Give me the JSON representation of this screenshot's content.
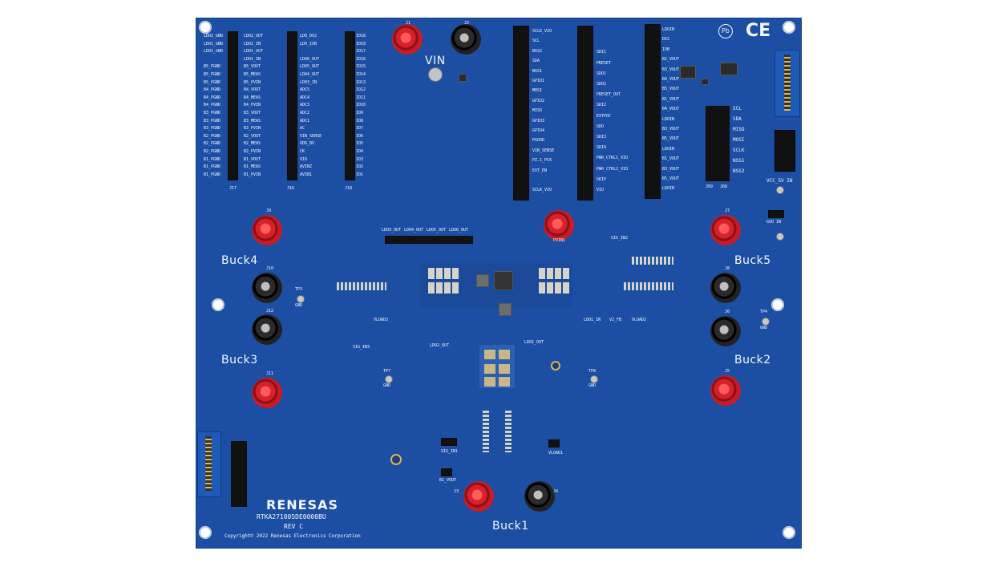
{
  "board": {
    "logo": "RENESAS",
    "part_number": "RTKA271005DE0000BU",
    "revision": "REV C",
    "copyright": "Copyright© 2022 Renesas Electronics Corporation",
    "ce_mark": "CE",
    "pb_mark": "Pb",
    "vin_label": "VIN",
    "vcc_label": "VCC_5V IN",
    "gvo_label": "GVO IN",
    "colors": {
      "board": "#1c4fa3",
      "silk": "#f2f6ff",
      "red_post": "#d6202a",
      "black_post": "#1a1a1a"
    }
  },
  "buck_labels": {
    "buck1": "Buck1",
    "buck2": "Buck2",
    "buck3": "Buck3",
    "buck4": "Buck4",
    "buck5": "Buck5"
  },
  "jacks": {
    "j1": "J1",
    "j2": "J2",
    "j3": "J3",
    "j4": "J4",
    "j5": "J5",
    "j6": "J6",
    "j7": "J7",
    "j8": "J8",
    "j9": "J9",
    "j10": "J10",
    "j11": "J11",
    "j12": "J12"
  },
  "test_points": {
    "tp3": "TP3",
    "tp4": "TP4",
    "tp7": "TP7",
    "tp8": "TP8",
    "gnd": "GND"
  },
  "left_header_labels": [
    "LDO2_GND",
    "LDO1_GND",
    "LDO1_GND",
    "",
    "B5_PGND",
    "B5_PGND",
    "B5_PGND",
    "B4_PGND",
    "B4_PGND",
    "B4_PGND",
    "B3_PGND",
    "B3_PGND",
    "B3_PGND",
    "B2_PGND",
    "B2_PGND",
    "B2_PGND",
    "B1_PGND",
    "B1_PGND",
    "B1_PGND"
  ],
  "mid_header_labels": [
    "LDO2_OUT",
    "LDO2_IN",
    "LDO1_OUT",
    "LDO1_IN",
    "B5_VOUT",
    "B5_MEAS",
    "B5_PVIN",
    "B4_VOUT",
    "B4_MEAS",
    "B4_PVIN",
    "B3_VOUT",
    "B3_MEAS",
    "B3_PVIN",
    "B2_VOUT",
    "B2_MEAS",
    "B2_PVIN",
    "B1_VOUT",
    "B1_MEAS",
    "B1_PVIN"
  ],
  "right_header_labels": [
    "LDO_DV2",
    "LDO_IVB",
    "",
    "LDO6_OUT",
    "LDO5_OUT",
    "LDO4_OUT",
    "LDO3_IN",
    "ADC5",
    "ADC4",
    "ADC3",
    "ADC2",
    "ADC1",
    "AC",
    "VIN_SENSE",
    "VDD_BV",
    "CK",
    "VIO",
    "AVINZ",
    "AVIN1"
  ],
  "io_header_labels": [
    "IO18",
    "IO19",
    "IO17",
    "IO16",
    "IO15",
    "IO14",
    "IO13",
    "IO12",
    "IO11",
    "IO10",
    "IO9",
    "IO8",
    "IO7",
    "IO6",
    "IO5",
    "IO4",
    "IO3",
    "IO2",
    "IO1"
  ],
  "header_names": {
    "j17": "J17",
    "j16": "J16",
    "j18": "J18"
  },
  "upper_mid_labels": [
    "SCLK_VIO",
    "SCL",
    "NSS2",
    "SDA",
    "NSS1",
    "GPIO1",
    "MOSI",
    "GPIO2",
    "MISO",
    "GPIO3",
    "GPIO4",
    "PGOOD",
    "VIN_SENSE",
    "PZ.1_PC6",
    "EXT_EN",
    "",
    "SCLK_VIO"
  ],
  "upper_mid2_labels": [
    "",
    "",
    "SDI1",
    "PRESET",
    "SDO1",
    "SDO2",
    "PRESET_OUT",
    "SDI2",
    "EXTPOC",
    "SDO",
    "SDI3",
    "SDI4",
    "PWR_CTRL1_VIO",
    "PWR_CTRL2_VIO",
    "SKIP",
    "VIO"
  ],
  "upper_right_labels": [
    "LDOIN",
    "DV2",
    "IVB",
    "B2_VOUT",
    "B3_VOUT",
    "B4_VOUT",
    "B5_VOUT",
    "B1_VOUT",
    "B4_VOUT",
    "LDOIN",
    "B3_VOUT",
    "B5_VOUT",
    "LDOIN",
    "B1_VOUT",
    "B3_VOUT",
    "B5_VOUT",
    "LDOIN"
  ],
  "spi_labels": [
    "SCL",
    "SDA",
    "MISO",
    "MOSI",
    "SCLK",
    "NSS1",
    "NSS2"
  ],
  "spi_headers": {
    "j69": "J69",
    "j68": "J68"
  },
  "ldo_labels": [
    "LDO3_OUT",
    "LDO4_OUT",
    "LDO5_OUT",
    "LDO6_OUT"
  ],
  "signal_labels": {
    "sig_in1": "SIG_IN1",
    "sig_in2": "SIG_IN2",
    "sig_in3": "SIG_IN3",
    "vloadt1": "VLOAD1",
    "vloadt2": "VLOAD2",
    "vloadt3": "VLOAD3",
    "b1_vout": "B1_VOUT",
    "ldo1_out": "LDO1_OUT",
    "ldo2_out": "LDO2_OUT",
    "pvin1": "PVIN1",
    "ldo1_in": "LDO1_IN",
    "v2_fb": "V2_FB"
  }
}
